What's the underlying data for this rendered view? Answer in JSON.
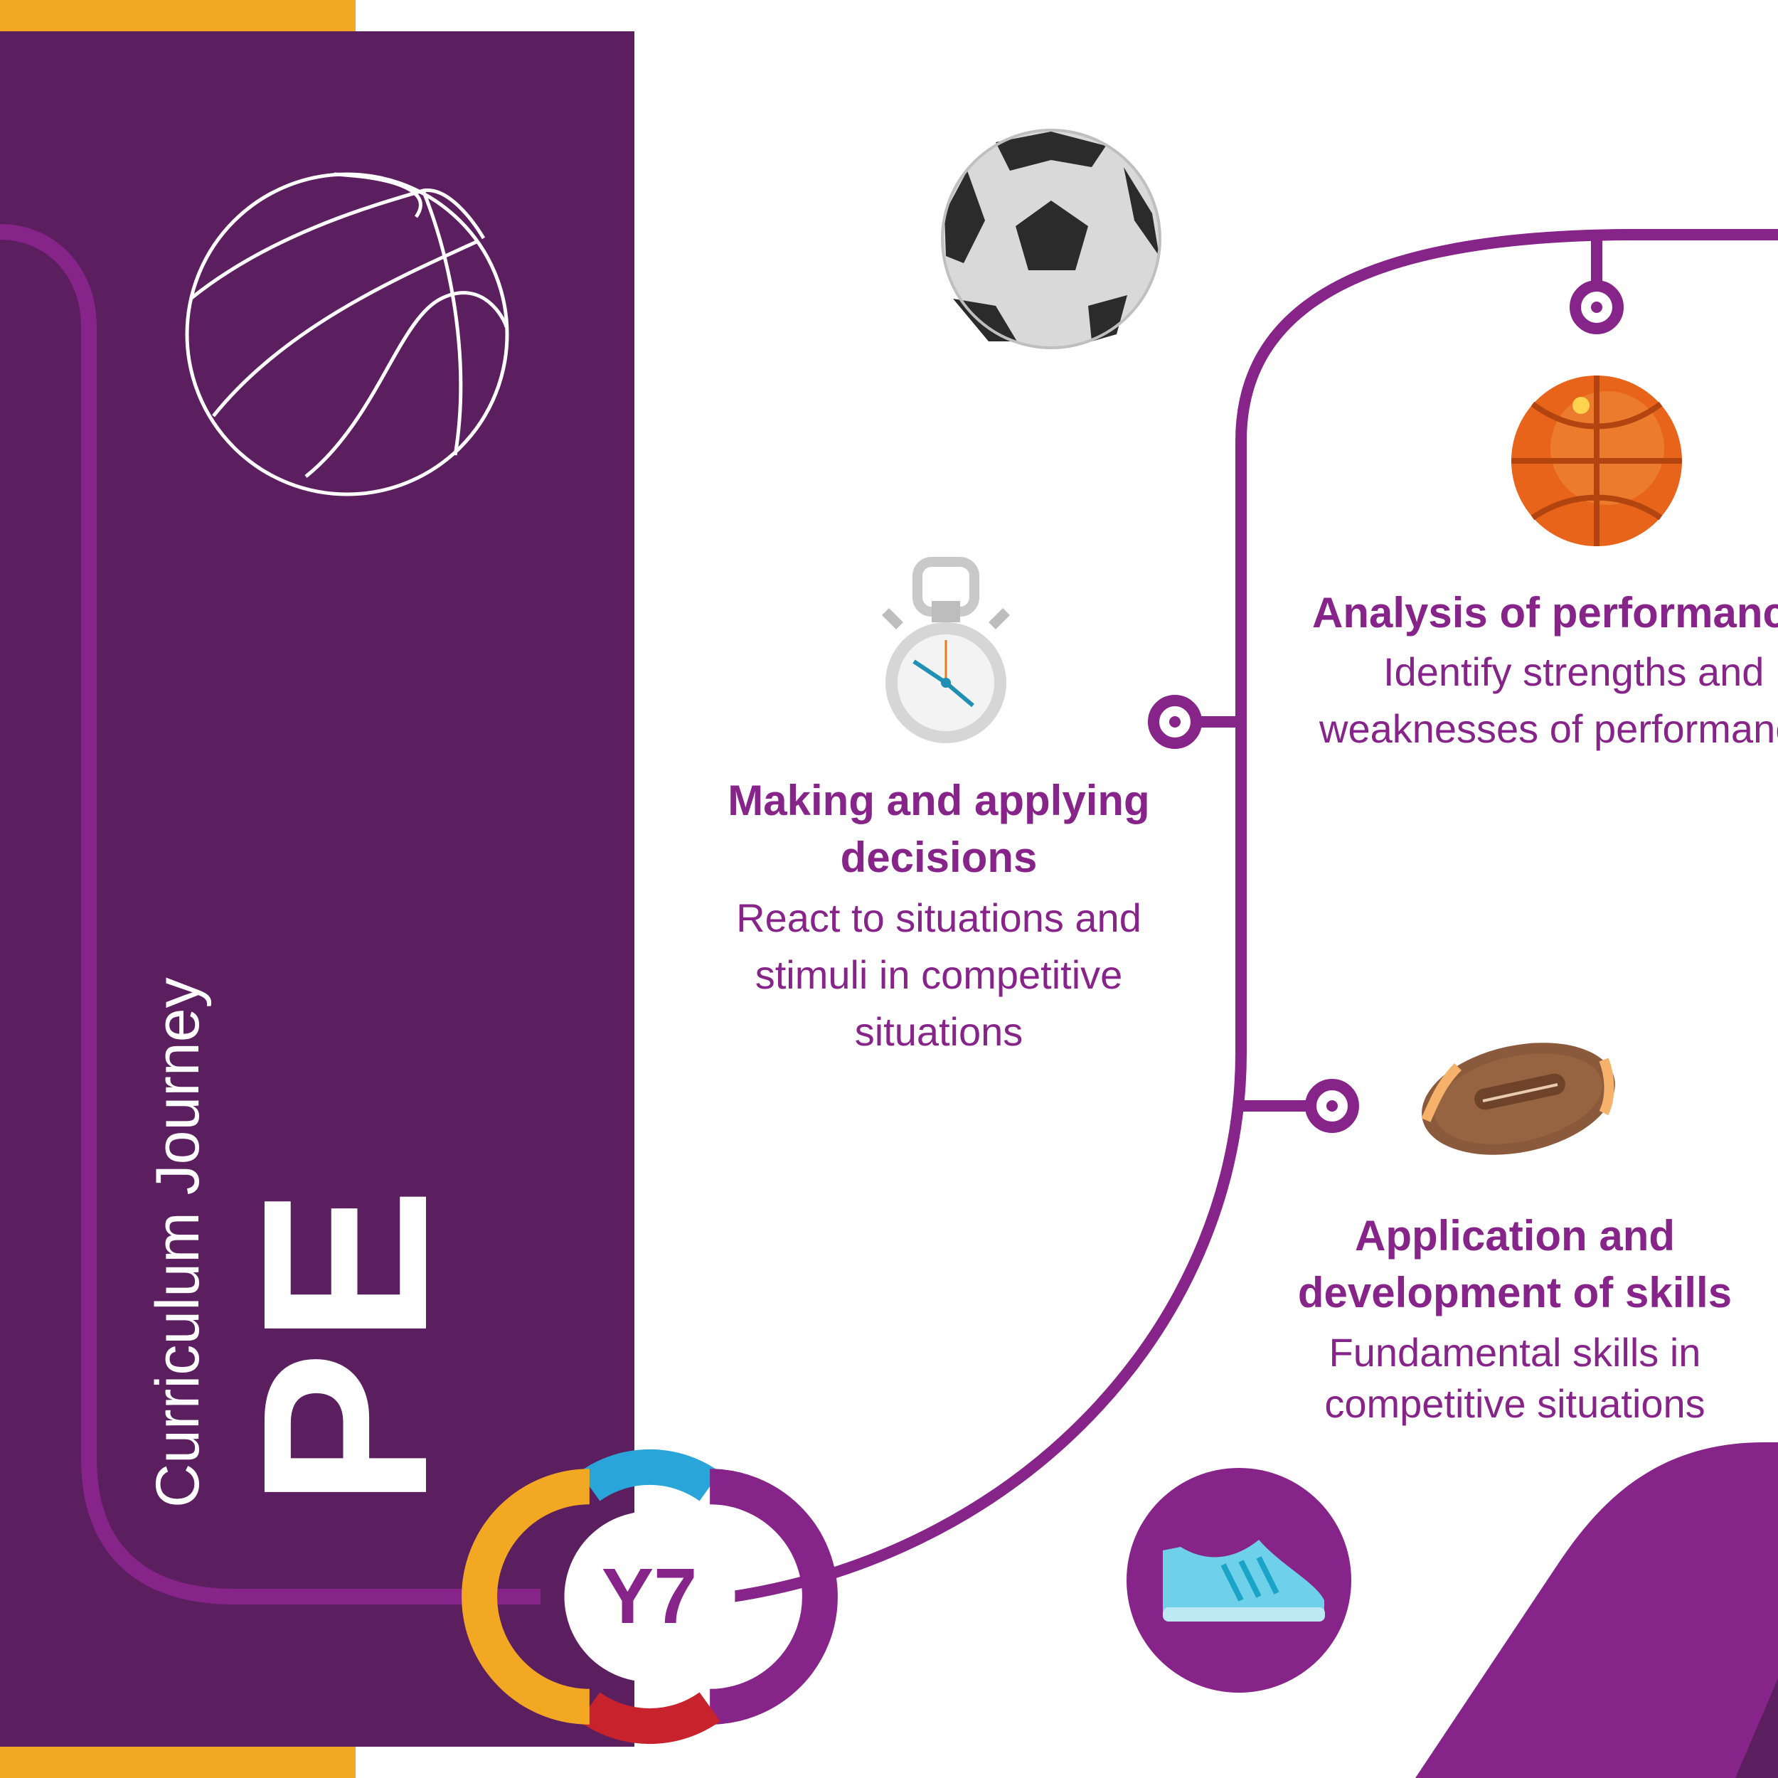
{
  "colors": {
    "panel": "#5b1f5f",
    "track": "#86248a",
    "accent_yellow": "#f2a823",
    "badge_blue": "#2aa5d9",
    "badge_red": "#c8222c",
    "white": "#ffffff"
  },
  "panel": {
    "subtitle": "Curriculum Journey",
    "title": "PE",
    "decor_icon": "basketball-outline-icon"
  },
  "badge": {
    "label": "Y7"
  },
  "topics": [
    {
      "id": "making-decisions",
      "icon": "stopwatch-icon",
      "heading_lines": [
        "Making and applying",
        "decisions"
      ],
      "body_lines": [
        "React to situations and",
        "stimuli in competitive",
        "situations"
      ]
    },
    {
      "id": "analysis",
      "icon": "basketball-icon",
      "heading_lines": [
        "Analysis of performance"
      ],
      "body_lines": [
        "Identify strengths and",
        "weaknesses of performance"
      ]
    },
    {
      "id": "application",
      "icon": "rugby-ball-icon",
      "heading_lines": [
        "Application and",
        "development of skills"
      ],
      "body_lines": [
        "Fundamental skills in",
        "competitive situations"
      ]
    }
  ],
  "decor_icons": [
    "football-icon",
    "trainer-shoe-icon"
  ]
}
